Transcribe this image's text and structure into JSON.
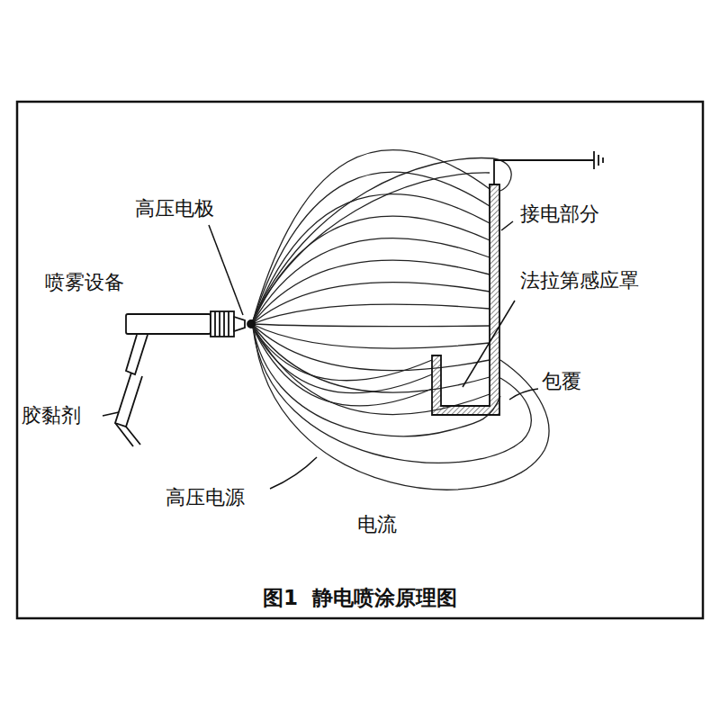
{
  "diagram": {
    "caption": "图1  静电喷涂原理图",
    "labels": [
      "高压电极",
      "喷雾设备",
      "胶黏剂",
      "高压电源",
      "电流",
      "接电部分",
      "法拉第感应罩",
      "包覆"
    ]
  }
}
